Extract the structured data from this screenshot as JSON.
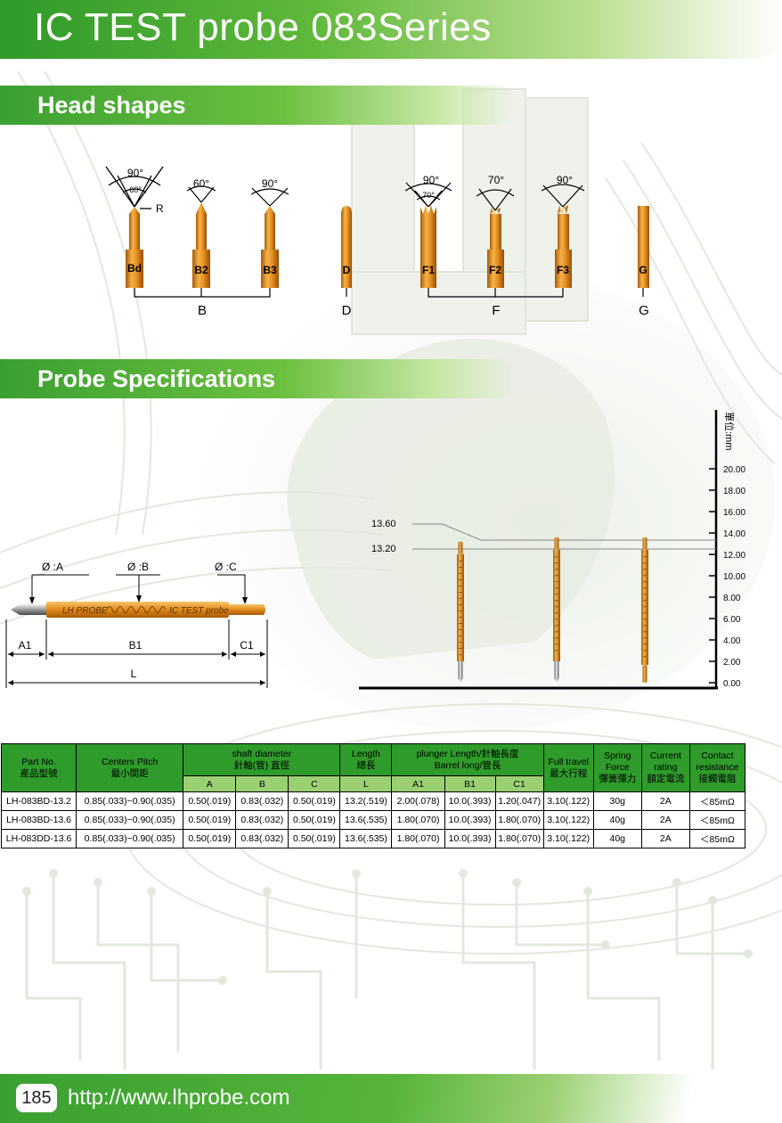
{
  "title": "IC TEST probe 083Series",
  "sections": {
    "head_shapes": "Head shapes",
    "probe_specs": "Probe Specifications"
  },
  "head_shapes": {
    "angles": {
      "bd_outer": "90°",
      "bd_inner": "60°",
      "bd_r": "R",
      "b2": "60°",
      "b3": "90°",
      "f1_outer": "90°",
      "f1_inner": "70°",
      "f2": "70°",
      "f3": "90°"
    },
    "probes": [
      "Bd",
      "B2",
      "B3",
      "D",
      "F1",
      "F2",
      "F3",
      "G"
    ],
    "groups": [
      "B",
      "D",
      "F",
      "G"
    ]
  },
  "dimension_diagram": {
    "diam_a": "Ø :A",
    "diam_b": "Ø :B",
    "diam_c": "Ø :C",
    "barrel_left_text": "LH PROBE",
    "barrel_right_text": "IC TEST probe",
    "a1": "A1",
    "b1": "B1",
    "c1": "C1",
    "l": "L"
  },
  "scale": {
    "unit": "單位:mm",
    "ticks": [
      "20.00",
      "18.00",
      "16.00",
      "14.00",
      "12.00",
      "10.00",
      "8.00",
      "6.00",
      "4.00",
      "2.00",
      "0.00"
    ],
    "callout_high": "13.60",
    "callout_low": "13.20",
    "probe_lengths": [
      13.2,
      13.6,
      13.6
    ]
  },
  "table": {
    "headers": {
      "part_no_en": "Part No.",
      "part_no_zh": "產品型號",
      "pitch_en": "Centers Pitch",
      "pitch_zh": "最小間距",
      "shaft_en": "shaft diameter",
      "shaft_zh": "針軸(管) 直徑",
      "length_en": "Length",
      "length_zh": "總長",
      "plunger_en": "plunger Length/針軸長度",
      "plunger_zh": "Barrel long/管長",
      "travel_en": "Full travel",
      "travel_zh": "最大行程",
      "spring_en1": "Spring",
      "spring_en2": "Force",
      "spring_zh": "彈簧彈力",
      "current_en1": "Current",
      "current_en2": "rating",
      "current_zh": "額定電流",
      "contact_en1": "Contact",
      "contact_en2": "resistance",
      "contact_zh": "接觸電阻",
      "sub_a": "A",
      "sub_b": "B",
      "sub_c": "C",
      "sub_l": "L",
      "sub_a1": "A1",
      "sub_b1": "B1",
      "sub_c1": "C1"
    },
    "rows": [
      [
        "LH-083BD-13.2",
        "0.85(.033)~0.90(.035)",
        "0.50(.019)",
        "0.83(.032)",
        "0.50(.019)",
        "13.2(.519)",
        "2.00(.078)",
        "10.0(.393)",
        "1.20(.047)",
        "3.10(.122)",
        "30g",
        "2A",
        "＜85mΩ"
      ],
      [
        "LH-083BD-13.6",
        "0.85(.033)~0.90(.035)",
        "0.50(.019)",
        "0.83(.032)",
        "0.50(.019)",
        "13.6(.535)",
        "1.80(.070)",
        "10.0(.393)",
        "1.80(.070)",
        "3.10(.122)",
        "40g",
        "2A",
        "＜85mΩ"
      ],
      [
        "LH-083DD-13.6",
        "0.85(.033)~0.90(.035)",
        "0.50(.019)",
        "0.83(.032)",
        "0.50(.019)",
        "13.6(.535)",
        "1.80(.070)",
        "10.0(.393)",
        "1.80(.070)",
        "3.10(.122)",
        "40g",
        "2A",
        "＜85mΩ"
      ]
    ]
  },
  "footer": {
    "page_number": "185",
    "url": "http://www.lhprobe.com"
  },
  "colors": {
    "green_dark": "#2e9b2b",
    "green_light": "#9bd072",
    "probe_gold": "#e08a1a"
  }
}
